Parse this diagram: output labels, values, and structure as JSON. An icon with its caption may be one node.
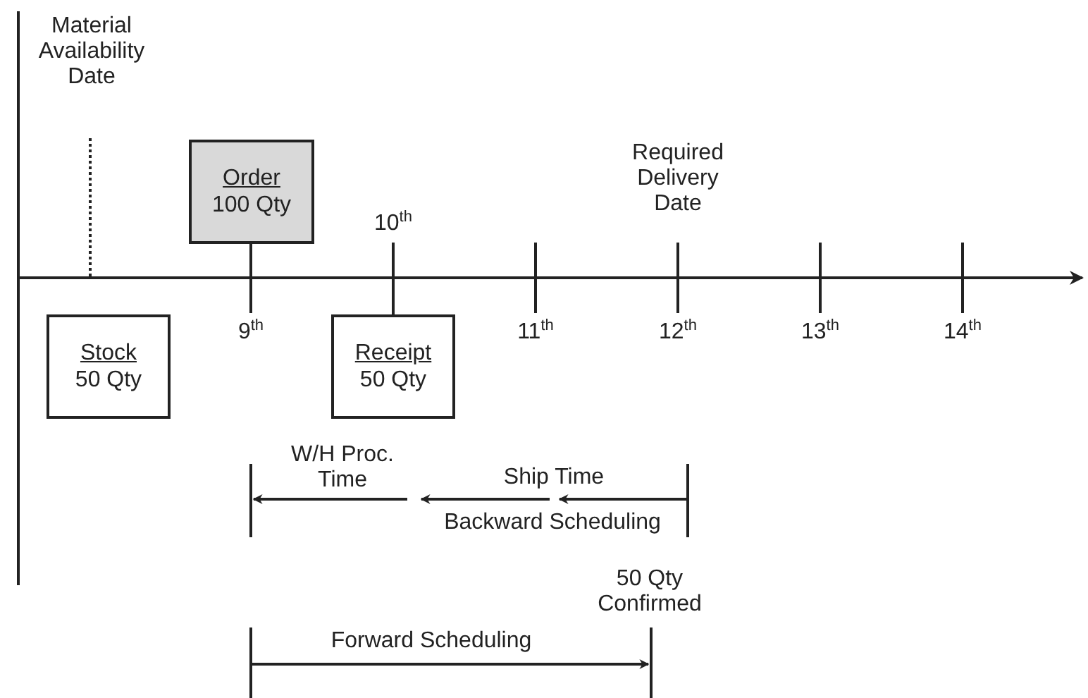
{
  "diagram": {
    "nodes": [
      {
        "text": [
          "Order",
          "100 Qty"
        ]
      },
      {
        "text": [
          "Stock",
          "50 Qty"
        ]
      },
      {
        "text": [
          "Receipt",
          "50 Qty"
        ]
      }
    ],
    "labels": [
      "Material Availability Date",
      "10$^{th}$",
      "Required Delivery Date",
      "9$^{th}$",
      "11$^{th}$",
      "12$^{th}$",
      "13$^{th}$",
      "14$^{th}$",
      "W/H Proc. Time",
      "Ship Time",
      "Backward Scheduling",
      "50 Qty Confirmed",
      "Forward Scheduling"
    ]
  }
}
